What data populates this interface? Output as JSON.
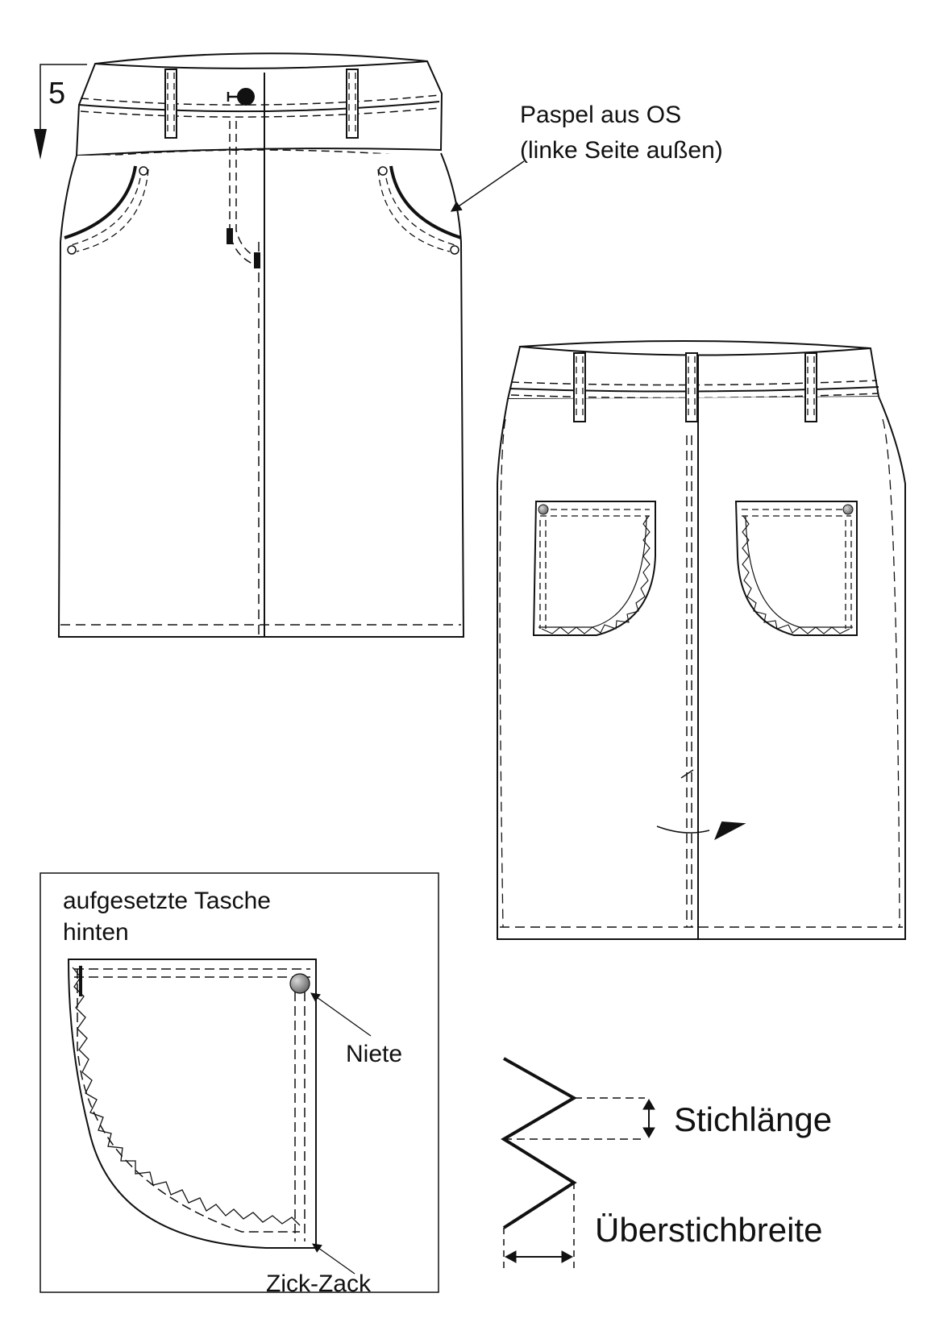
{
  "front_skirt": {
    "step_number": "5",
    "piping_label_line1": "Paspel aus OS",
    "piping_label_line2": "(linke Seite außen)"
  },
  "pocket_detail": {
    "title_line1": "aufgesetzte Tasche",
    "title_line2": "hinten",
    "rivet_label": "Niete",
    "zigzag_label": "Zick-Zack"
  },
  "stitch_legend": {
    "stitch_length_label": "Stichlänge",
    "stitch_width_label": "Überstichbreite"
  },
  "colors": {
    "line": "#111111",
    "rivet": "#8c8c8c"
  }
}
